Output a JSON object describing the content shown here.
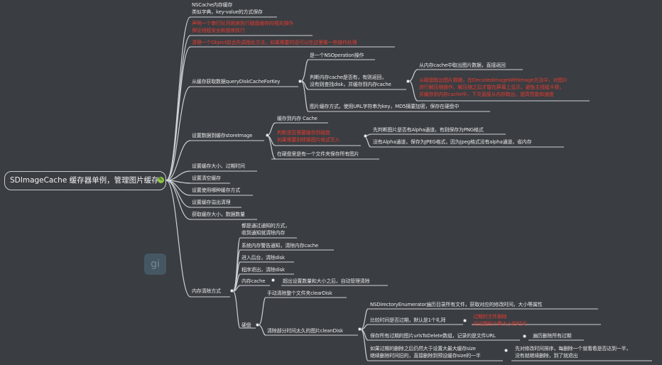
{
  "root": {
    "label": "SDImageCache 缓存器单例，管理图片缓存",
    "icon": "✎"
  },
  "nodes": {
    "n1a": "NSCache内存缓存",
    "n1b": "类似字典，key-value的方式保存",
    "n2a": "声明一个串行队列用来执行磁盘缓存的相关操作",
    "n2b": "保证线程安全和按序执行",
    "n3": "清理一个Object前会先调用此方法，如果需要的话可以在这里做一些操作处理",
    "q_label": "从缓存获取数据queryDiskCacheForKey",
    "q1": "是一个NSOperation操作",
    "q2a": "判断内存cache是否有，有则返回，",
    "q2b": "没有则查找disk，并缓存到内存cache",
    "q2c1": "从内存cache中取出图片数据，直接返回",
    "q2c2a": "从磁盘取出图片数据，在DecodedImageWithImage方法中，对图片",
    "q2c2b": "进行解压缩操作，解压缩之后才能在屏幕上显示，避免主线程卡顿，",
    "q2c2c": "并缓存到内存cache中，下次直接从内存取出，提高性能和速度",
    "q3": "图片缓存方式，使用URL字符串为key，MD5摘要加密，保存在硬盘中",
    "s_label": "设置数据到缓存storeImage",
    "s1": "缓存到内存 Cache",
    "s2a": "判断是否需要缓存到磁盘",
    "s2b": "如果需要则转换图片格式写入",
    "s2c1": "先判断图片是否有Alpha通道，有则保存为PNG格式",
    "s2c2": "没有Alpha通道，保存为JPEG格式，因为jpeg格式没有alpha通道，省内存",
    "s3": "在硬盘里是有一个文件夹保存所有图片",
    "c1": "设置缓存大小、过期时间",
    "c2": "设置清空缓存",
    "c3": "设置使用哪种缓存方式",
    "c4": "设置缓存溢出清理",
    "c5": "获取缓存大小，数据数量",
    "m_label": "内存清除方式",
    "m1a": "都是通过通知的方式，",
    "m1b": "收到通知就清除内存",
    "m2": "系统内存警告通知，清除内存cache",
    "m3": "进入后台，清除disk",
    "m4": "程序退出，清除disk",
    "m5": "内存cache",
    "m5a": "超出设置数量和大小之后，自动管理清除",
    "d_label": "硬盘",
    "d1": "手动清除整个文件夹clearDisk",
    "d2": "清除部分时间太久的图片cleanDisk",
    "d2a": "NSDirectoryEnumerator遍历目录所有文件，获取对应的修改时间，大小等属性",
    "d2b": "比较时间是否过期，默认是1个礼拜",
    "d2b1a": "过期的文件删除",
    "d2b1b": "没过期的计算大小和时间",
    "d2c": "保存所有过期的图片urlsToDelete数组，记录的是文件URL",
    "d2c1": "遍历删除所有过期",
    "d2d1": "如果过期的删除之后仍然大于设置大最大缓存size",
    "d2d2": "继续删除时间旧的，直接删除到预设缓存size的一半",
    "d2d3a": "先对修改时间排序，每删除一个就看看是否达到一半，",
    "d2d3b": "没有就继续删除，到了就退出"
  },
  "watermark": "gi"
}
